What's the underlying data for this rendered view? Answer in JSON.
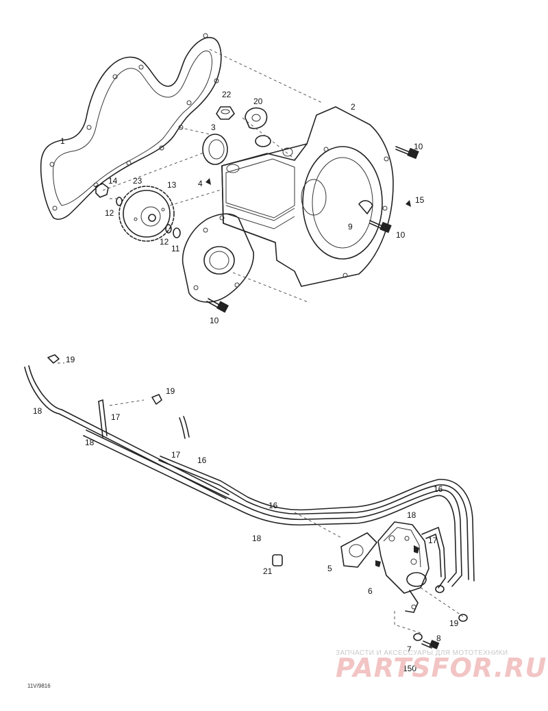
{
  "callouts": {
    "c1": "1",
    "c2": "2",
    "c3": "3",
    "c4": "4",
    "c5": "5",
    "c6": "6",
    "c7": "7",
    "c8": "8",
    "c9": "9",
    "c10a": "10",
    "c10b": "10",
    "c10c": "10",
    "c11": "11",
    "c12a": "12",
    "c12b": "12",
    "c13": "13",
    "c14": "14",
    "c15a": "15",
    "c15b": "150",
    "c16a": "16",
    "c16b": "16",
    "c16c": "16",
    "c17a": "17",
    "c17b": "17",
    "c17c": "17",
    "c18a": "18",
    "c18b": "18",
    "c18c": "18",
    "c18d": "18",
    "c19a": "19",
    "c19b": "19",
    "c19c": "19",
    "c20": "20",
    "c21": "21",
    "c22": "22",
    "c23": "23"
  },
  "drawing_code": "11V/9816",
  "watermark": {
    "tagline": "ЗАПЧАСТИ И АКСЕССУАРЫ ДЛЯ МОТОТЕХНИКИ",
    "logo": "PARTSFOR.RU"
  }
}
